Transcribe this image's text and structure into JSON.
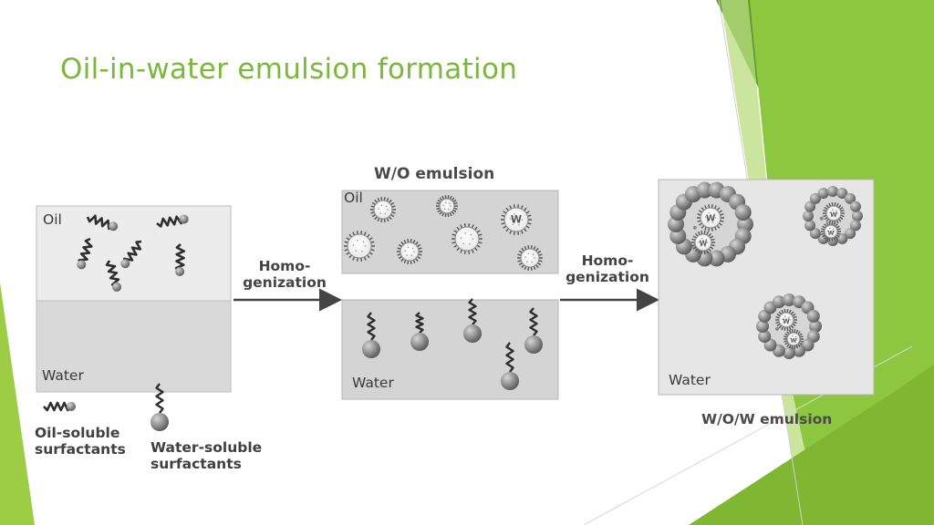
{
  "title": "Oil-in-water emulsion formation",
  "colors": {
    "title": "#7ab83c",
    "accent_light": "#9dcc45",
    "accent_mid": "#7fb733",
    "accent_dark": "#5f9a32"
  },
  "diagram": {
    "panel1": {
      "oil_label": "Oil",
      "water_label": "Water"
    },
    "arrow1_label": [
      "Homo-",
      "genization"
    ],
    "wo_title": "W/O emulsion",
    "panel2": {
      "oil_label": "Oil",
      "water_label": "Water"
    },
    "arrow2_label": [
      "Homo-",
      "genization"
    ],
    "panel3": {
      "water_label": "Water"
    },
    "wow_title": "W/O/W emulsion",
    "droplet_mark": "W",
    "legend": {
      "oil_soluble": [
        "Oil-soluble",
        "surfactants"
      ],
      "water_soluble": [
        "Water-soluble",
        "surfactants"
      ]
    }
  }
}
